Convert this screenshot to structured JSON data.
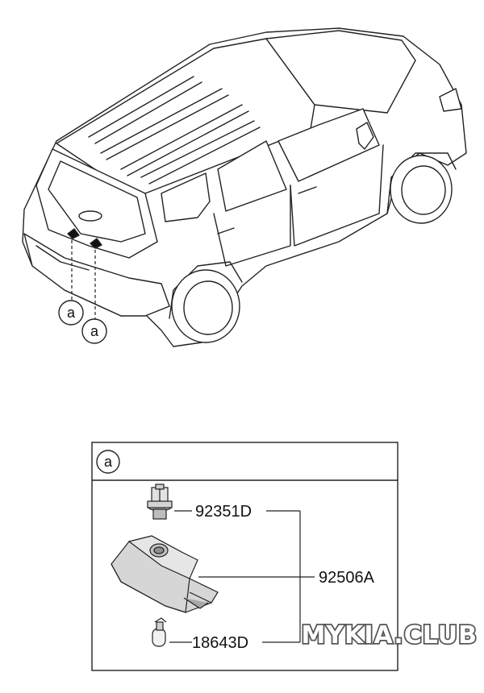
{
  "colors": {
    "line": "#222222",
    "body_fill": "#ffffff",
    "part_fill": "#d8d8d8",
    "part_shade": "#9a9a9a",
    "watermark_stroke": "#555555"
  },
  "vehicle": {
    "callouts": [
      {
        "id": "callout-1",
        "label": "a"
      },
      {
        "id": "callout-2",
        "label": "a"
      }
    ]
  },
  "detail": {
    "header_label": "a",
    "parts": [
      {
        "id": "socket",
        "number": "92351D"
      },
      {
        "id": "lamp-assembly",
        "number": "92506A"
      },
      {
        "id": "bulb",
        "number": "18643D"
      }
    ]
  },
  "watermark": "MYKIA.CLUB"
}
